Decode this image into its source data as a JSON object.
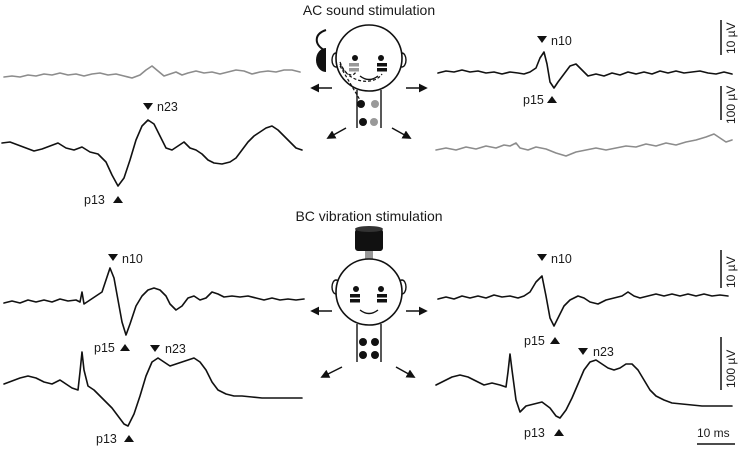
{
  "sections": {
    "ac": {
      "title": "AC sound stimulation",
      "labels": {
        "n10": "n10",
        "p15": "p15",
        "n23": "n23",
        "p13": "p13"
      },
      "scales": {
        "upper": "10 µV",
        "lower": "100 µV"
      }
    },
    "bc": {
      "title": "BC vibration stimulation",
      "labels": {
        "left_n10": "n10",
        "left_p15": "p15",
        "left_n23": "n23",
        "left_p13": "p13",
        "right_n10": "n10",
        "right_p15": "p15",
        "right_n23": "n23",
        "right_p13": "p13"
      },
      "scales": {
        "upper": "10 µV",
        "lower": "100 µV"
      }
    }
  },
  "time_scale": "10 ms",
  "colors": {
    "trace_black": "#111111",
    "trace_gray": "#8c8c8c",
    "electrode_gray": "#999999"
  }
}
